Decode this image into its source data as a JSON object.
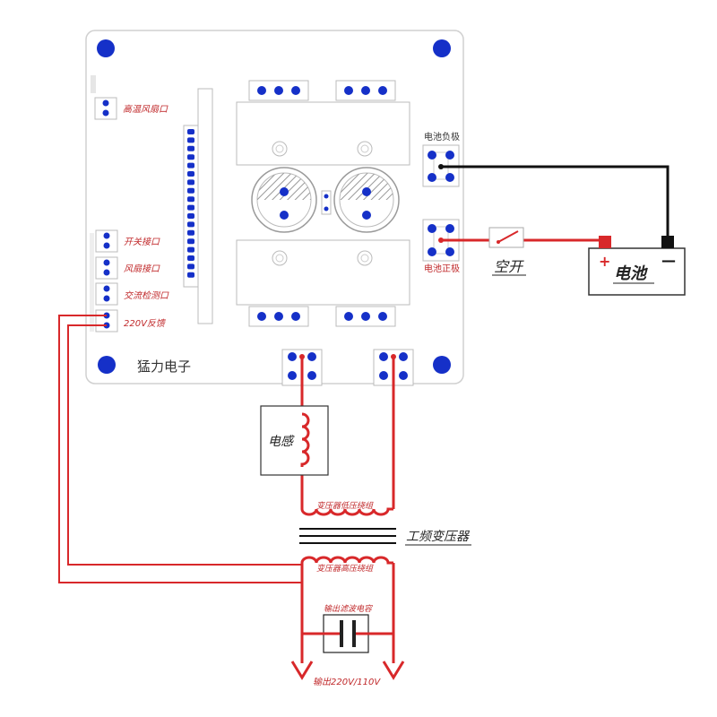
{
  "board": {
    "brand": "猛力电子",
    "port_fan_temp": "高温风扇口",
    "port_switch": "开关接口",
    "port_fan": "风扇接口",
    "port_ac_detect": "交流检测口",
    "port_220v_feedback": "220V反馈",
    "battery_negative": "电池负极",
    "battery_positive": "电池正极"
  },
  "external": {
    "breaker": "空开",
    "battery": "电池",
    "battery_plus": "+",
    "battery_minus": "—",
    "inductor": "电感",
    "primary_winding": "变压器低压绕组",
    "transformer": "工频变压器",
    "secondary_winding": "变压器高压绕组",
    "output_capacitor": "输出滤波电容",
    "output": "输出220V/110V"
  },
  "colors": {
    "pad": "#1530c8",
    "wire_red": "#d8282a",
    "wire_black": "#111111",
    "label_red": "#c0282a",
    "board_edge": "#d0d0d0"
  }
}
